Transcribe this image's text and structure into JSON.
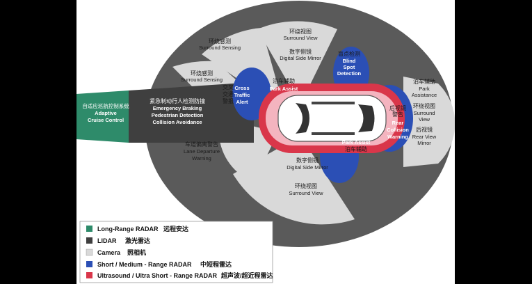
{
  "colors": {
    "background": "#000000",
    "canvas": "#ffffff",
    "outer_ellipse": "#5a5a5a",
    "camera_zone": "#d9d9d9",
    "lidar_zone": "#3f3f3f",
    "long_range_radar": "#2e8b6a",
    "short_medium_radar": "#2b4fb5",
    "ultrasound": "#d9364a"
  },
  "zones": {
    "surround_sensing_top": {
      "cn": "环绕感测",
      "en": "Surround Sensing"
    },
    "surround_view_top": {
      "cn": "环绕视图",
      "en": "Surround View"
    },
    "digital_side_mirror_top": {
      "cn": "数字侧镜",
      "en": "Digital Side Mirror"
    },
    "blind_spot": {
      "cn": "盲点检测",
      "en": [
        "Blind",
        "Spot",
        "Detection"
      ]
    },
    "surround_sensing_left": {
      "cn": "环绕感测",
      "en": "Surround Sensing"
    },
    "cross_traffic": {
      "cn": [
        "交叉",
        "交通",
        "警报"
      ],
      "en": [
        "Cross",
        "Traffic",
        "Alert"
      ]
    },
    "park_assist_top": {
      "cn": "泊车辅助",
      "en": "Park Assist"
    },
    "emergency_braking": {
      "cn": "紧急制动行人检测防撞",
      "en": [
        "Emergency Braking",
        "Pedestrian Detection",
        "Collision Avoidance"
      ]
    },
    "adaptive_cruise": {
      "cn": "自适应巡航控制系统",
      "en": [
        "Adaptive",
        "Cruise Control"
      ]
    },
    "lane_departure": {
      "cn": "车道偏离警告",
      "en": [
        "Lane Departure",
        "Warning"
      ]
    },
    "park_assist_bottom": {
      "cn": "泊车辅助",
      "en": "Park Assist"
    },
    "digital_side_mirror_bottom": {
      "cn": "数字侧镜",
      "en": "Digital Side Mirror"
    },
    "surround_view_bottom": {
      "cn": "环绕视图",
      "en": "Surround View"
    },
    "rear_collision": {
      "cn": [
        "后视镜",
        "警告"
      ],
      "en": [
        "Rear",
        "Collision",
        "Warning"
      ]
    },
    "park_assistance_right": {
      "cn": "泊车辅助",
      "en": [
        "Park",
        "Assistance"
      ]
    },
    "surround_view_right": {
      "cn": "环绕视图",
      "en": [
        "Surround",
        "View"
      ]
    },
    "rear_view_mirror": {
      "cn": "后视镜",
      "en": [
        "Rear View",
        "Mirror"
      ]
    }
  },
  "legend": [
    {
      "label": "Long-Range RADAR",
      "cn": "远程安达",
      "color": "#2e8b6a"
    },
    {
      "label": "LIDAR",
      "cn": "激光雷达",
      "color": "#3f3f3f"
    },
    {
      "label": "Camera",
      "cn": "照相机",
      "color": "#d9d9d9"
    },
    {
      "label": "Short / Medium - Range RADAR",
      "cn": "中短程雷达",
      "color": "#2b4fb5"
    },
    {
      "label": "Ultrasound / Ultra Short - Range RADAR",
      "cn": "超声波/超近程雷达",
      "color": "#d9364a"
    }
  ]
}
